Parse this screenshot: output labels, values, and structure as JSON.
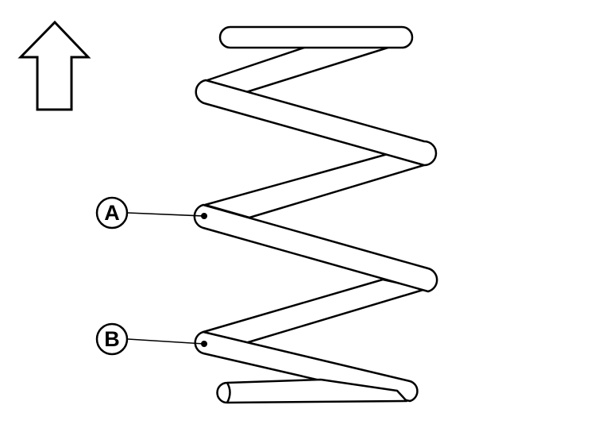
{
  "diagram": {
    "callouts": [
      {
        "id": "A",
        "label": "A"
      },
      {
        "id": "B",
        "label": "B"
      }
    ],
    "direction_arrow": {
      "icon": "up-arrow-icon",
      "meaning": "up"
    },
    "colors": {
      "stroke": "#000000",
      "fill": "#ffffff"
    }
  }
}
